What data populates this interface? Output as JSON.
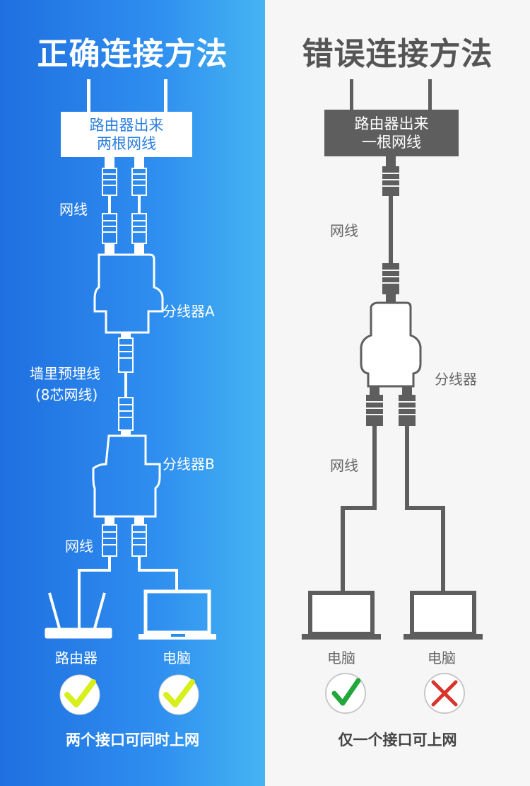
{
  "left": {
    "title": "正确连接方法",
    "router_box": {
      "line1": "路由器出来",
      "line2": "两根网线"
    },
    "label_cable_top": "网线",
    "splitter_a": "分线器A",
    "wall_line1": "墙里预埋线",
    "wall_line2": "(8芯网线)",
    "splitter_b": "分线器B",
    "label_cable_bottom": "网线",
    "device1": "路由器",
    "device2": "电脑",
    "footer": "两个接口可同时上网",
    "device1_status": "ok",
    "device2_status": "ok"
  },
  "right": {
    "title": "错误连接方法",
    "router_box": {
      "line1": "路由器出来",
      "line2": "一根网线"
    },
    "label_cable_top": "网线",
    "splitter": "分线器",
    "label_cable_bottom": "网线",
    "device1": "电脑",
    "device2": "电脑",
    "footer": "仅一个接口可上网",
    "device1_status": "ok",
    "device2_status": "fail"
  },
  "colors": {
    "left_bg_start": "#1f6fe0",
    "left_bg_end": "#45b4f2",
    "right_bg": "#f6f6f6",
    "wrong_gray": "#5e5e5e",
    "check_green": "#22a83a",
    "check_yellow": "#d7ef1a",
    "cross_red": "#d9332b"
  }
}
